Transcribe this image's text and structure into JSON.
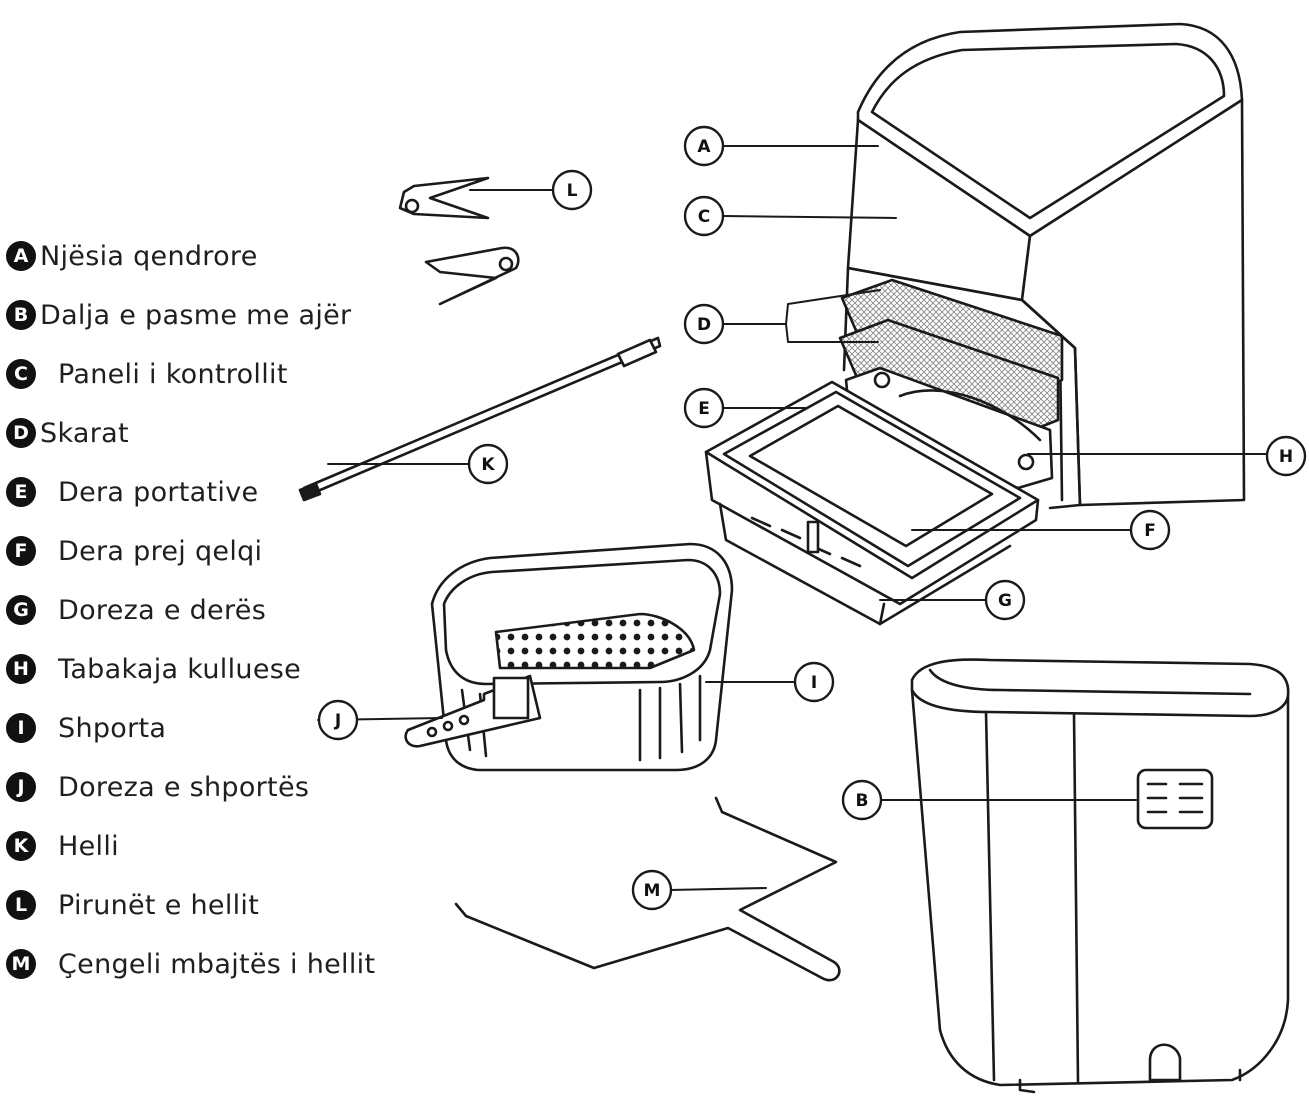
{
  "legend": [
    {
      "letter": "A",
      "label": "Njësia qendrore",
      "gap": false
    },
    {
      "letter": "B",
      "label": "Dalja e pasme me ajër",
      "gap": false
    },
    {
      "letter": "C",
      "label": "Paneli i kontrollit",
      "gap": true
    },
    {
      "letter": "D",
      "label": "Skarat",
      "gap": false
    },
    {
      "letter": "E",
      "label": "Dera portative",
      "gap": true
    },
    {
      "letter": "F",
      "label": "Dera prej qelqi",
      "gap": true
    },
    {
      "letter": "G",
      "label": "Doreza e derës",
      "gap": true
    },
    {
      "letter": "H",
      "label": "Tabakaja kulluese",
      "gap": true
    },
    {
      "letter": "I",
      "label": "Shporta",
      "gap": true
    },
    {
      "letter": "J",
      "label": "Doreza e shportës",
      "gap": true
    },
    {
      "letter": "K",
      "label": "Helli",
      "gap": true
    },
    {
      "letter": "L",
      "label": "Pirunët e hellit",
      "gap": true
    },
    {
      "letter": "M",
      "label": "Çengeli mbajtës i hellit",
      "gap": true
    }
  ],
  "callouts": {
    "A": "A",
    "B": "B",
    "C": "C",
    "D": "D",
    "E": "E",
    "F": "F",
    "G": "G",
    "H": "H",
    "I": "I",
    "J": "J",
    "K": "K",
    "L": "L",
    "M": "M"
  },
  "colors": {
    "ink": "#1a1a1a",
    "badge": "#111111",
    "mesh": "#8a8a8a"
  }
}
